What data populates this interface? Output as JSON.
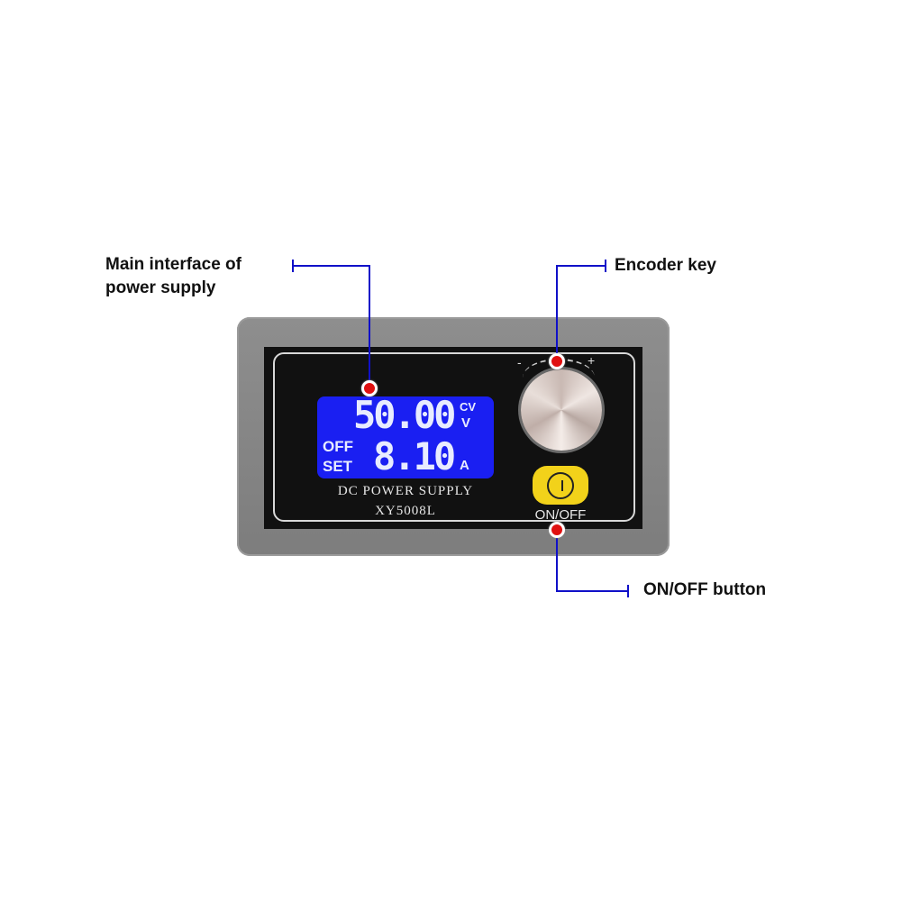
{
  "annotations": {
    "main_interface": {
      "line1": "Main interface of",
      "line2": "power supply"
    },
    "encoder_key": "Encoder key",
    "onoff_button": "ON/OFF button"
  },
  "lcd": {
    "voltage": "50.00",
    "mode": "CV",
    "voltage_unit": "V",
    "current": "8.10",
    "current_unit": "A",
    "output_state": "OFF",
    "set_label": "SET"
  },
  "panel": {
    "title": "DC POWER SUPPLY",
    "model": "XY5008L",
    "button_label": "ON/OFF",
    "knob_minus": "-",
    "knob_plus": "+"
  },
  "colors": {
    "lcd_bg": "#1a1ff2",
    "leader_line": "#1010c8",
    "marker": "#e01010",
    "button": "#f2d21a"
  }
}
